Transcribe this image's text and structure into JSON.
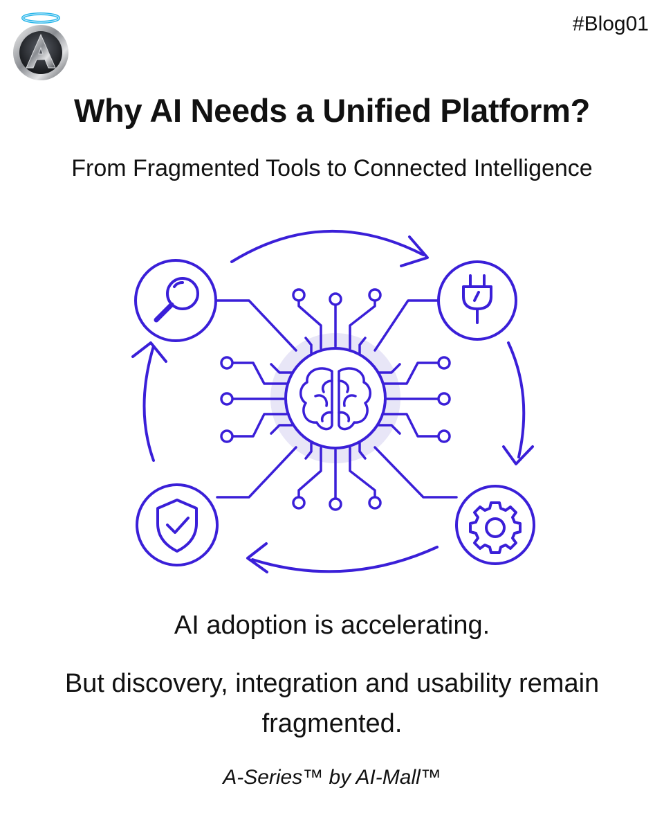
{
  "brand": {
    "logo_icon": "halo-a-emblem-icon"
  },
  "header": {
    "tag": "#Blog01"
  },
  "hero": {
    "title": "Why AI Needs a Unified Platform?",
    "subtitle": "From Fragmented Tools to Connected Intelligence"
  },
  "illustration": {
    "accent_color": "#3a1fd8",
    "glow_color": "#e8e6f7",
    "center_icon": "brain-icon",
    "nodes": [
      "search-icon",
      "plug-icon",
      "shield-check-icon",
      "gear-icon"
    ]
  },
  "body": {
    "line1": "AI adoption is accelerating.",
    "line2": "But discovery, integration and usability remain fragmented."
  },
  "footer": {
    "signature": "A-Series™ by AI-Mall™"
  }
}
